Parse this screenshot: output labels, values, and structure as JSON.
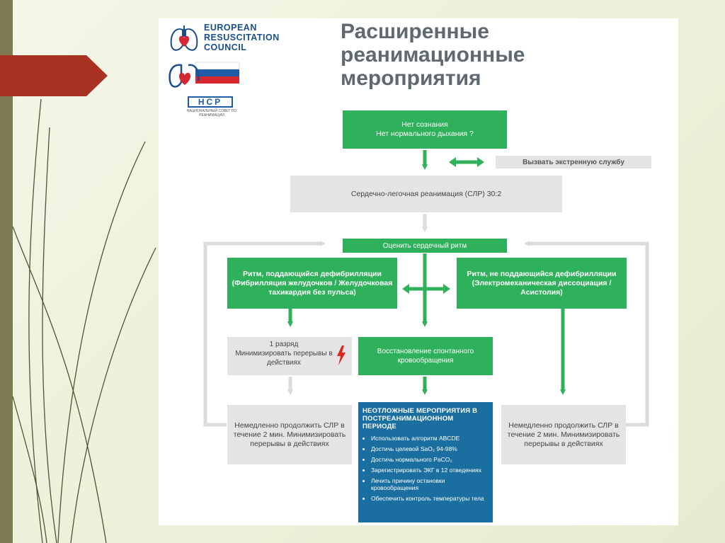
{
  "logo": {
    "erc_lines": [
      "EUROPEAN",
      "RESUSCITATION",
      "COUNCIL"
    ],
    "nsr_letters": "НСР",
    "nsr_caption": "НАЦИОНАЛЬНЫЙ СОВЕТ ПО РЕАНИМАЦИИ"
  },
  "title_lines": [
    "Расширенные",
    "реанимационные",
    "мероприятия"
  ],
  "flow": {
    "unconscious": "Нет сознания\nНет нормального дыхания ?",
    "call_service": "Вызвать экстренную службу",
    "cpr": "Сердечно-легочная реанимация (СЛР) 30:2",
    "assess_rhythm": "Оценить сердечный ритм",
    "shockable": "Ритм, поддающийся дефибрилляции (Фибрилляция желудочков / Желудочковая тахикардия без пульса)",
    "non_shockable": "Ритм, не поддающийся дефибрилляции (Электромеханическая диссоциация / Асистолия)",
    "one_shock": "1 разряд\nМинимизировать перерывы в действиях",
    "rosc": "Восстановление спонтанного кровообращения",
    "continue_left": "Немедленно продолжить СЛР в течение 2 мин. Минимизировать перерывы в действиях",
    "continue_right": "Немедленно продолжить СЛР в течение 2 мин. Минимизировать перерывы в действиях",
    "post_title": "НЕОТЛОЖНЫЕ МЕРОПРИЯТИЯ В ПОСТРЕАНИМАЦИОННОМ ПЕРИОДЕ",
    "post_items": [
      "Использовать алгоритм ABCDE",
      "Достичь целевой SaO₂ 94-98%",
      "Достичь нормального PaCO₂",
      "Зарегистрировать ЭКГ в 12 отведениях",
      "Лечить причину остановки кровообращения",
      "Обеспечить контроль температуры тела"
    ]
  },
  "colors": {
    "green": "#2fb05a",
    "grey_box": "#e4e4e4",
    "blue_box": "#1b6fa0",
    "title": "#5f6a70",
    "erc_blue": "#1a4f8c",
    "accent_red": "#a93222"
  }
}
